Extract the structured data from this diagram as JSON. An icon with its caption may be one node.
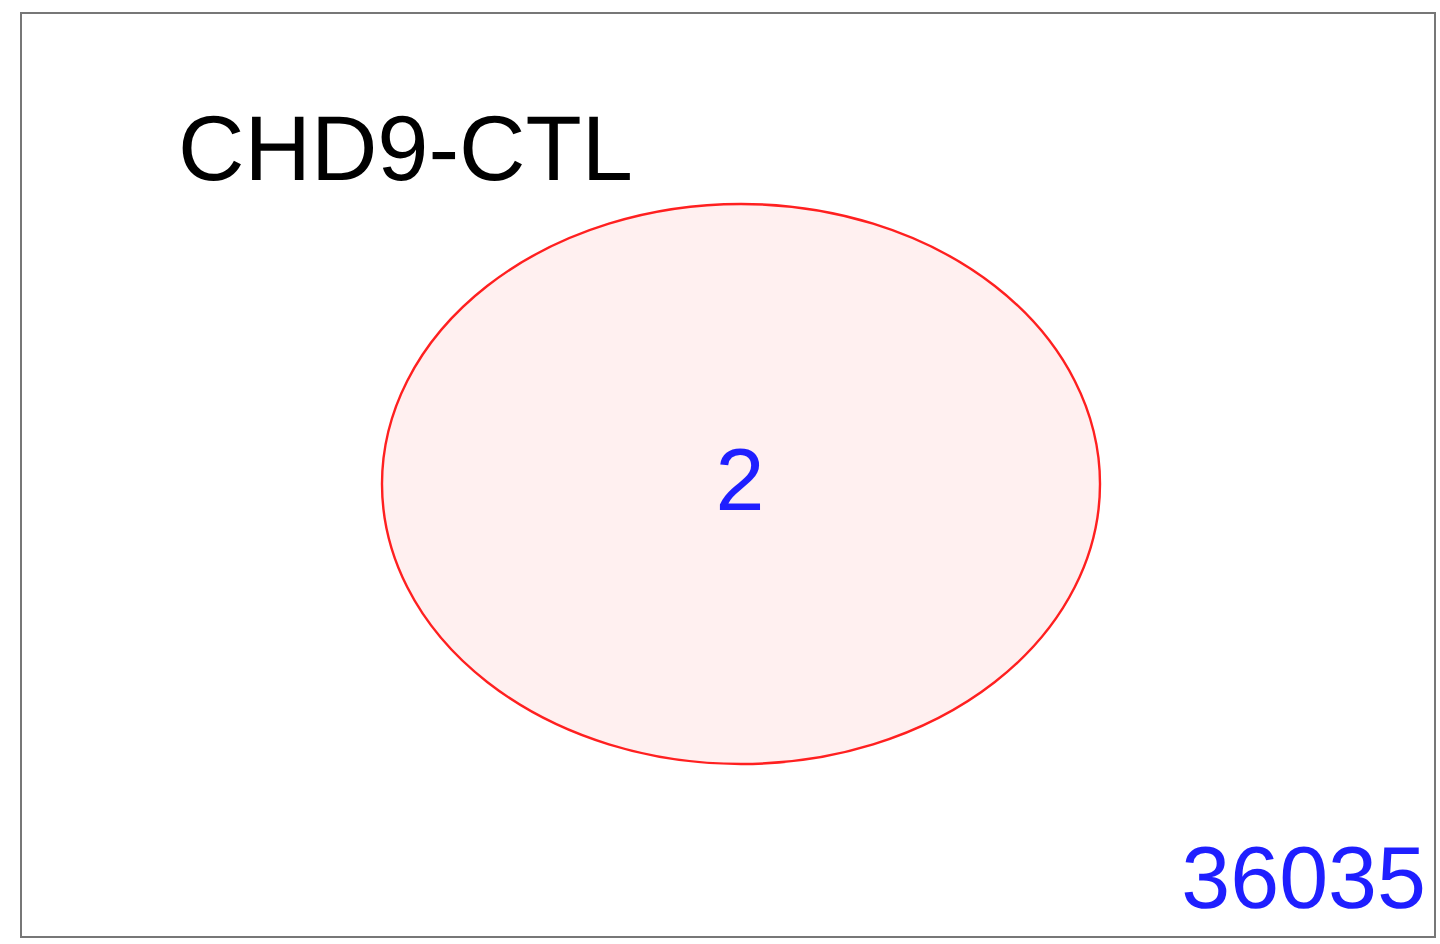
{
  "diagram": {
    "nodes": [
      {
        "text": [
          "36035"
        ]
      },
      {
        "text": [
          "CHD9-CTL",
          "2"
        ],
        "in": 0
      }
    ]
  }
}
